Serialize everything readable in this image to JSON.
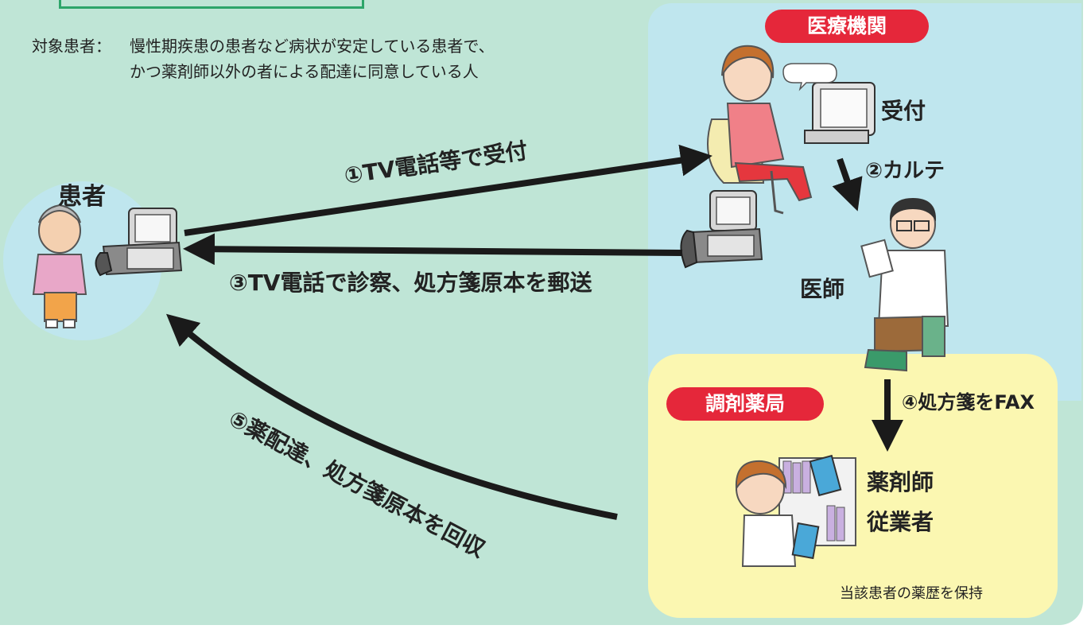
{
  "target_note": {
    "label": "対象患者：",
    "line1": "慢性期疾患の患者など病状が安定している患者で、",
    "line2": "かつ薬剤師以外の者による配達に同意している人"
  },
  "zones": {
    "medical": "医療機関",
    "pharmacy": "調剤薬局"
  },
  "actors": {
    "patient": "患者",
    "reception": "受付",
    "doctor": "医師",
    "pharmacist": "薬剤師",
    "staff": "従業者"
  },
  "steps": {
    "s1": "①TV電話等で受付",
    "s2": "②カルテ",
    "s3": "③TV電話で診察、処方箋原本を郵送",
    "s4": "④処方箋をFAX",
    "s5": "⑤薬配達、処方箋原本を回収"
  },
  "pharmacy_note": "当該患者の薬歴を保持",
  "colors": {
    "background": "#bfe5d6",
    "medical_zone": "#bfe6ee",
    "pharmacy_zone": "#fbf7b1",
    "badge": "#e5273a",
    "arrow": "#1a1a1a",
    "frame_border": "#2da56a"
  }
}
